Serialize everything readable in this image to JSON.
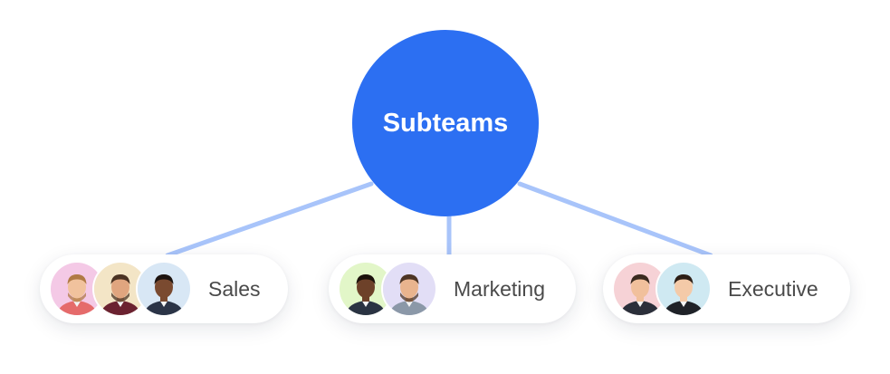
{
  "hub": {
    "label": "Subteams",
    "color": "#2c6ff2"
  },
  "connector_color": "#a8c4fa",
  "teams": [
    {
      "label": "Sales",
      "members": [
        {
          "bg": "#f4c9e6",
          "skin": "#f1c29d",
          "hair": "#b07a45",
          "shirt": "#e56b6b",
          "beard": true
        },
        {
          "bg": "#f3e5c6",
          "skin": "#e0a57f",
          "hair": "#4a3222",
          "shirt": "#6b2230",
          "beard": true
        },
        {
          "bg": "#d8e7f5",
          "skin": "#7a4a30",
          "hair": "#1d1410",
          "shirt": "#2b3447",
          "beard": false
        }
      ]
    },
    {
      "label": "Marketing",
      "members": [
        {
          "bg": "#e2f6c8",
          "skin": "#6d4129",
          "hair": "#1b110b",
          "shirt": "#2a3342",
          "beard": false
        },
        {
          "bg": "#e2def6",
          "skin": "#e9b48e",
          "hair": "#4d3524",
          "shirt": "#8b98a8",
          "beard": true
        }
      ]
    },
    {
      "label": "Executive",
      "members": [
        {
          "bg": "#f6d2d6",
          "skin": "#f1c09c",
          "hair": "#3a2a1f",
          "shirt": "#2b2f3a",
          "beard": false
        },
        {
          "bg": "#cfe9f2",
          "skin": "#f4caa8",
          "hair": "#2d1e16",
          "shirt": "#1f2228",
          "beard": false
        }
      ]
    }
  ]
}
